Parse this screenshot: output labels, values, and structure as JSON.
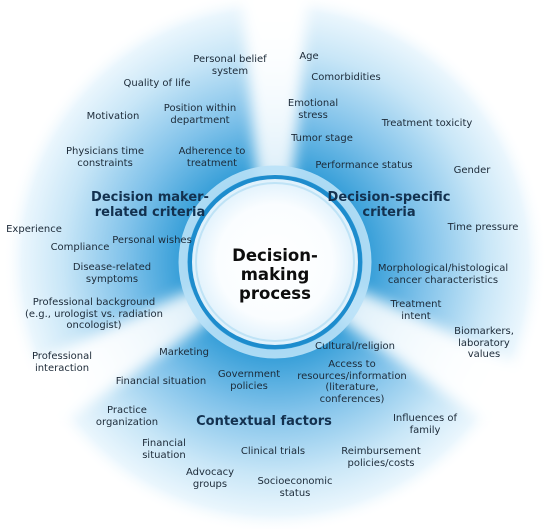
{
  "center": "Decision-\nmaking\nprocess",
  "sections": {
    "decision_maker": "Decision maker-\nrelated criteria",
    "decision_specific": "Decision-specific\ncriteria",
    "contextual": "Contextual factors"
  },
  "factors": {
    "personal_belief": "Personal belief\nsystem",
    "quality_of_life": "Quality of life",
    "motivation": "Motivation",
    "position_department": "Position within\ndepartment",
    "physicians_time": "Physicians time\nconstraints",
    "adherence": "Adherence to\ntreatment",
    "experience": "Experience",
    "personal_wishes": "Personal wishes",
    "compliance": "Compliance",
    "disease_symptoms": "Disease-related\nsymptoms",
    "professional_background": "Professional background\n(e.g., urologist vs. radiation\noncologist)",
    "professional_interaction": "Professional\ninteraction",
    "age": "Age",
    "comorbidities": "Comorbidities",
    "emotional_stress": "Emotional\nstress",
    "treatment_toxicity": "Treatment toxicity",
    "tumor_stage": "Tumor stage",
    "performance_status": "Performance status",
    "gender": "Gender",
    "time_pressure": "Time pressure",
    "morphological": "Morphological/histological\ncancer characteristics",
    "treatment_intent": "Treatment\nintent",
    "biomarkers": "Biomarkers,\nlaboratory\nvalues",
    "cultural_religion": "Cultural/religion",
    "access_resources": "Access to\nresources/information\n(literature,\nconferences)",
    "marketing": "Marketing",
    "government_policies": "Government\npolicies",
    "financial_situation_1": "Financial situation",
    "practice_organization": "Practice\norganization",
    "influences_family": "Influences of\nfamily",
    "financial_situation_2": "Financial\nsituation",
    "clinical_trials": "Clinical trials",
    "reimbursement": "Reimbursement\npolicies/costs",
    "advocacy_groups": "Advocacy\ngroups",
    "socioeconomic_status": "Socioeconomic\nstatus"
  }
}
